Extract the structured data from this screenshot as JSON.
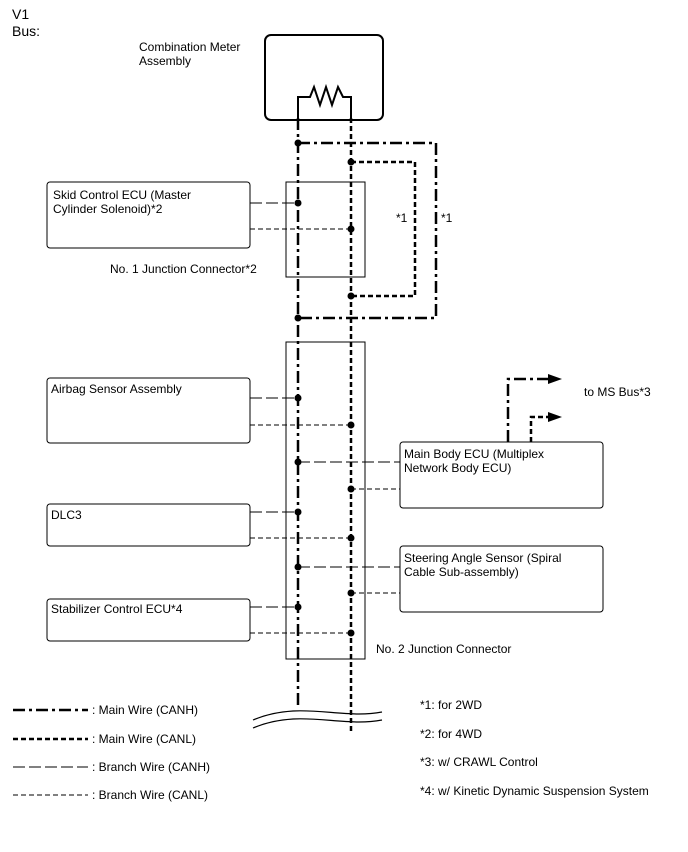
{
  "header": {
    "line1": "V1",
    "line2": "Bus:"
  },
  "combination_meter": {
    "line1": "Combination Meter",
    "line2": "Assembly"
  },
  "skid_control_ecu": {
    "line1": "Skid Control ECU (Master",
    "line2": "Cylinder Solenoid)*2"
  },
  "junction_connector_1": {
    "label": "No. 1 Junction Connector*2"
  },
  "note_refs": {
    "inner_loop": "*1",
    "outer_loop": "*1"
  },
  "airbag_sensor": {
    "label": "Airbag Sensor Assembly"
  },
  "main_body_ecu": {
    "line1": "Main Body ECU (Multiplex",
    "line2": "Network Body ECU)"
  },
  "to_ms_bus": {
    "label": "to MS Bus*3"
  },
  "dlc3": {
    "label": "DLC3"
  },
  "steering_angle_sensor": {
    "line1": "Steering Angle Sensor (Spiral",
    "line2": "Cable Sub-assembly)"
  },
  "stabilizer_ecu": {
    "label": "Stabilizer Control ECU*4"
  },
  "junction_connector_2": {
    "label": "No. 2 Junction Connector"
  },
  "legend": {
    "main_canh": ": Main Wire (CANH)",
    "main_canl": ": Main Wire (CANL)",
    "branch_canh": ": Branch Wire (CANH)",
    "branch_canl": ": Branch Wire (CANL)"
  },
  "notes": {
    "n1": "*1: for 2WD",
    "n2": "*2: for 4WD",
    "n3": "*3: w/ CRAWL Control",
    "n4": "*4: w/ Kinetic Dynamic Suspension System"
  },
  "colors": {
    "line": "#000000",
    "background": "#ffffff"
  }
}
